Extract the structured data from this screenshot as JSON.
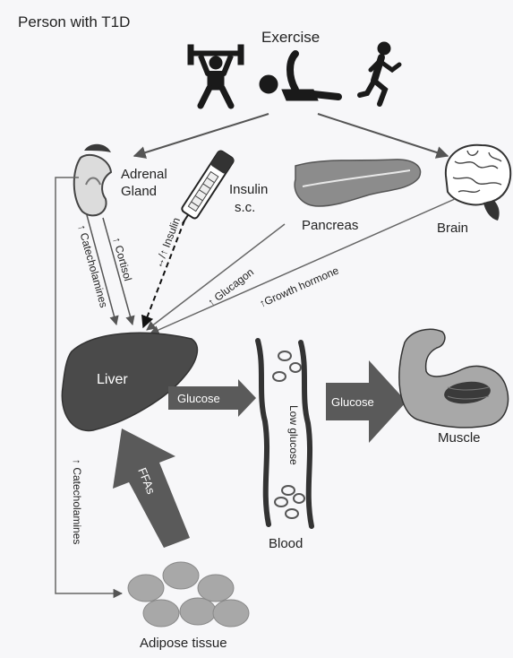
{
  "title": "Person with T1D",
  "nodes": {
    "exercise": "Exercise",
    "adrenal_gland_line1": "Adrenal",
    "adrenal_gland_line2": "Gland",
    "insulin_line1": "Insulin",
    "insulin_line2": "s.c.",
    "pancreas": "Pancreas",
    "brain": "Brain",
    "liver": "Liver",
    "blood": "Blood",
    "muscle": "Muscle",
    "adipose_tissue": "Adipose tissue"
  },
  "edges": {
    "catecholamines_adrenal": "↑ Catecholamines",
    "cortisol": "↑ Cortisol",
    "insulin": "↔/↑ Insulin",
    "glucagon": "↑ Glucagon",
    "growth_hormone": "↑Growth hormone",
    "glucose_liver_blood": "Glucose",
    "glucose_blood_muscle": "Glucose",
    "low_glucose": "Low glucose",
    "ffas": "FFAs",
    "catecholamines_adipose": "↑ Catecholamines"
  },
  "colors": {
    "organ_dark": "#4a4a4a",
    "arrow_fill": "#5a5a5a",
    "line_gray": "#7a7a7a",
    "fat_cell": "#a8a8a8",
    "background": "#f7f7f9"
  }
}
